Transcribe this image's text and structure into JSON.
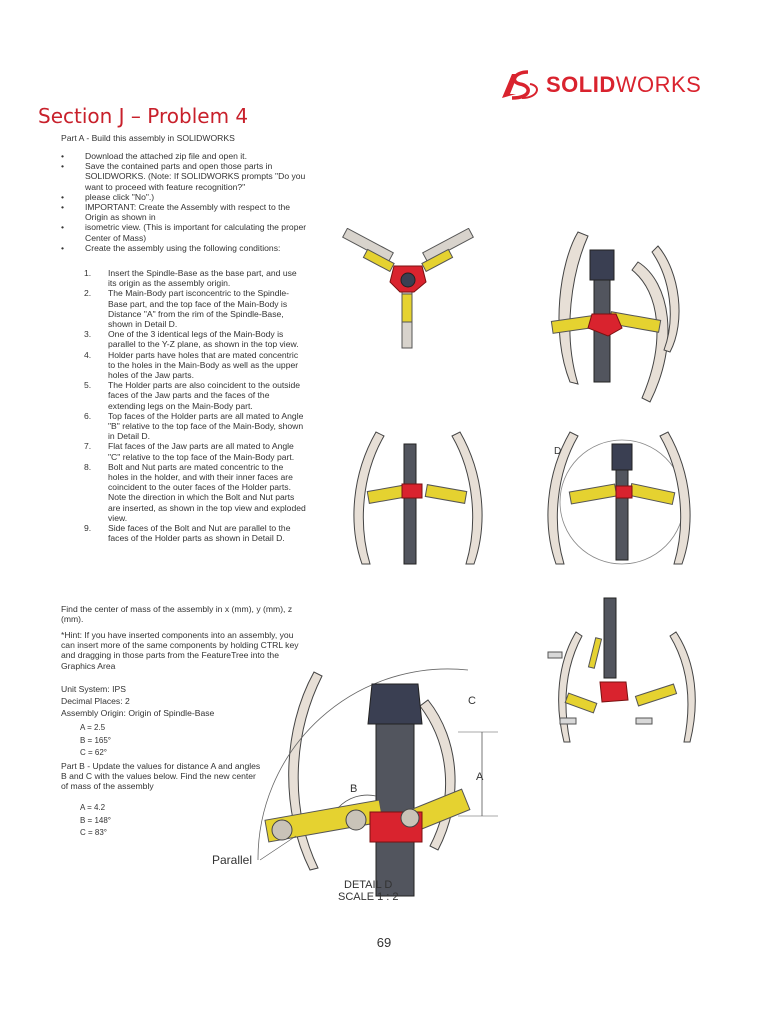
{
  "brand": {
    "prefix": "SOLID",
    "suffix": "WORKS"
  },
  "title": "Section J – Problem 4",
  "part_a": "Part A - Build this assembly in SOLIDWORKS",
  "bullets": [
    "Download the attached zip file and open it.",
    "Save the contained parts and open those parts in SOLIDWORKS. (Note: If SOLIDWORKS prompts \"Do you want to proceed with feature recognition?\"",
    "please click \"No\".)",
    "IMPORTANT: Create the Assembly with respect to the Origin as shown in",
    "isometric view. (This is important for calculating the proper Center of Mass)",
    "Create the assembly using the following conditions:"
  ],
  "steps": [
    {
      "n": "1.",
      "text": "Insert the Spindle-Base as the base part, and use its origin as the assembly origin."
    },
    {
      "n": "2.",
      "text": "The Main-Body part isconcentric to the Spindle-Base part, and the top face of the Main-Body is Distance \"A\" from the rim of the Spindle-Base, shown in Detail D."
    },
    {
      "n": "3.",
      "text": "One of the 3 identical legs of the Main-Body is parallel to the Y-Z plane, as shown in the top view."
    },
    {
      "n": "4.",
      "text": "Holder parts have holes that are mated concentric to the holes in the Main-Body as well as the upper holes of the Jaw parts."
    },
    {
      "n": "5.",
      "text": "The Holder parts are also coincident to the outside faces of the Jaw parts and the faces of the extending legs on the Main-Body part."
    },
    {
      "n": "6.",
      "text": "Top faces of the Holder parts are all mated to Angle \"B\" relative to the top face of the Main-Body, shown in Detail D."
    },
    {
      "n": "7.",
      "text": "Flat faces of the Jaw parts are all mated to Angle \"C\" relative to the top face of the Main-Body part."
    },
    {
      "n": "8.",
      "text": "Bolt and Nut parts are mated concentric to the holes in the holder, and with their inner faces are coincident to the outer faces of the Holder parts. Note the direction in which the Bolt and Nut parts are inserted, as shown in the top view and exploded view."
    },
    {
      "n": "9.",
      "text": "Side faces of the Bolt and Nut are parallel to the faces of the Holder parts as shown in Detail D."
    }
  ],
  "find_com": "Find the center of mass of the assembly in x (mm), y (mm), z (mm).",
  "hint": "*Hint: If you have inserted components into an assembly, you can insert more of the same components by holding CTRL key and dragging in those parts from the FeatureTree into the Graphics Area",
  "unit_system": "Unit System: IPS",
  "decimal_places": "Decimal Places: 2",
  "assembly_origin": "Assembly Origin: Origin of Spindle-Base",
  "values_a": [
    "A = 2.5",
    "B = 165°",
    "C = 62°"
  ],
  "part_b": "Part B - Update the values for distance A and angles B and C with the values below. Find the new center of mass of the assembly",
  "values_b": [
    "A = 4.2",
    "B = 148°",
    "C = 83°"
  ],
  "labels": {
    "parallel": "Parallel",
    "detail": "DETAIL D",
    "scale": "SCALE 1 : 2",
    "d": "D",
    "a": "A",
    "b": "B",
    "c": "C"
  },
  "page_number": "69"
}
